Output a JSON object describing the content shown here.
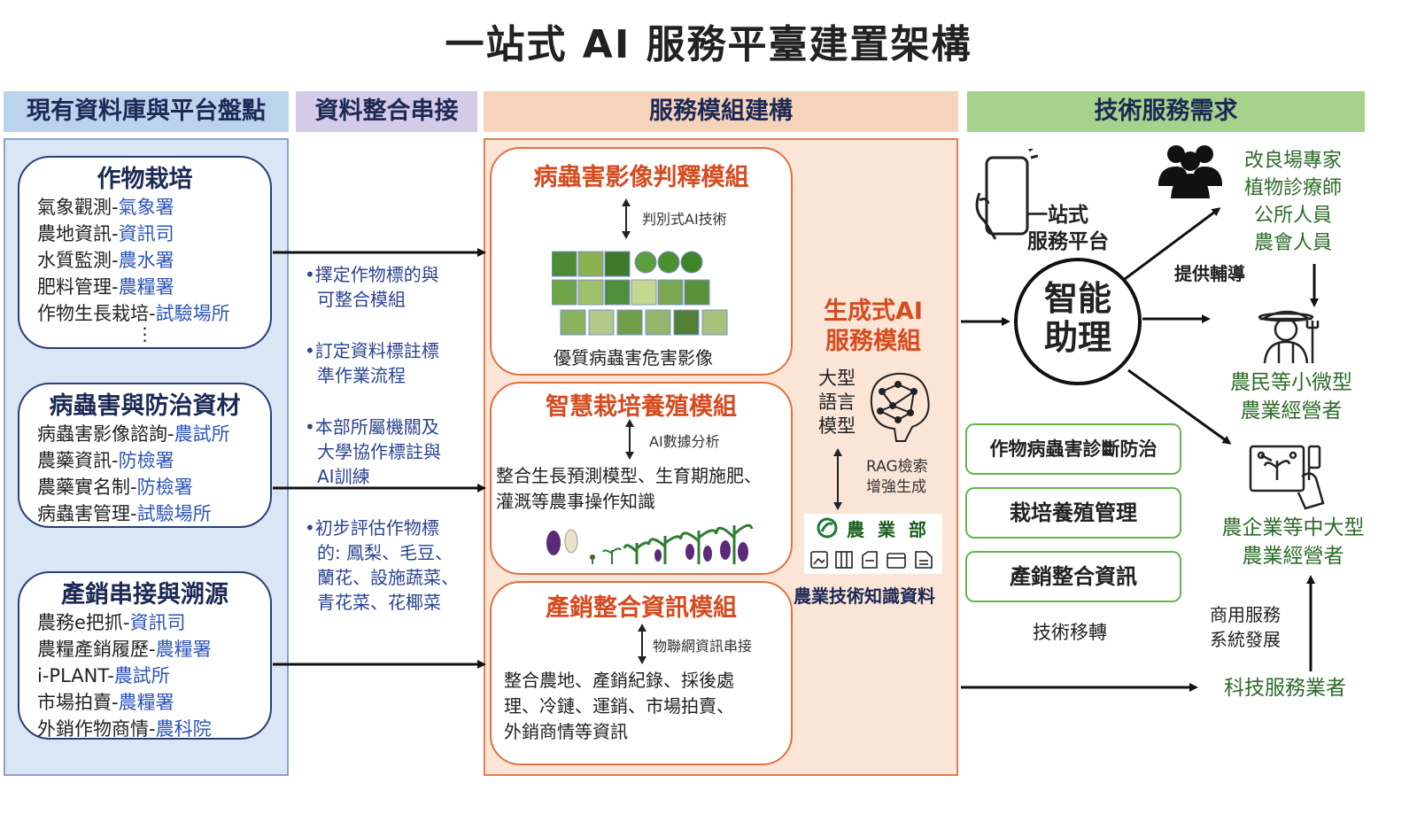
{
  "title": "一站式 AI 服務平臺建置架構",
  "headers": {
    "h1": "現有資料庫與平台盤點",
    "h2": "資料整合串接",
    "h3": "服務模組建構",
    "h4": "技術服務需求"
  },
  "colors": {
    "blue_header": "#bcd3ee",
    "purple_header": "#d3cbe8",
    "orange_header": "#f6d3bb",
    "green_header": "#a6d28b",
    "panel_blue": "#d9e6f5",
    "panel_orange": "#fbe5d7",
    "module_border": "#e46f3e",
    "module_title": "#d64b1f",
    "green_text": "#2e6b2a"
  },
  "cards": [
    {
      "title": "作物栽培",
      "rows": [
        {
          "topic": "氣象觀測-",
          "org": "氣象署"
        },
        {
          "topic": "農地資訊-",
          "org": "資訊司"
        },
        {
          "topic": "水質監測-",
          "org": "農水署"
        },
        {
          "topic": "肥料管理-",
          "org": "農糧署"
        },
        {
          "topic": "作物生長栽培-",
          "org": "試驗場所"
        }
      ],
      "more": "⋮"
    },
    {
      "title": "病蟲害與防治資材",
      "rows": [
        {
          "topic": "病蟲害影像諮詢-",
          "org": "農試所"
        },
        {
          "topic": "農藥資訊-",
          "org": "防檢署"
        },
        {
          "topic": "農藥實名制-",
          "org": "防檢署"
        },
        {
          "topic": "病蟲害管理-",
          "org": "試驗場所"
        }
      ]
    },
    {
      "title": "產銷串接與溯源",
      "rows": [
        {
          "topic": "農務e把抓-",
          "org": "資訊司"
        },
        {
          "topic": "農糧產銷履歷-",
          "org": "農糧署"
        },
        {
          "topic": "i-PLANT-",
          "org": "農試所"
        },
        {
          "topic": "市場拍賣-",
          "org": "農糧署"
        },
        {
          "topic": "外銷作物商情-",
          "org": "農科院"
        }
      ]
    }
  ],
  "integration_notes": [
    [
      "•擇定作物標的與",
      "  可整合模組"
    ],
    [
      "•訂定資料標註標",
      "  準作業流程"
    ],
    [
      "•本部所屬機關及",
      "  大學協作標註與",
      "  AI訓練"
    ],
    [
      "•初步評估作物標",
      "  的: 鳳梨、毛豆、",
      "  蘭花、設施蔬菜、",
      "  青花菜、花椰菜"
    ]
  ],
  "modules": [
    {
      "title": "病蟲害影像判釋模組",
      "tech": "判別式AI技術",
      "body": [
        "優質病蟲害危害影像"
      ]
    },
    {
      "title": "智慧栽培養殖模組",
      "tech": "AI數據分析",
      "body": [
        "整合生長預測模型、生育期施肥、",
        "灌溉等農事操作知識"
      ]
    },
    {
      "title": "產銷整合資訊模組",
      "tech": "物聯網資訊串接",
      "body": [
        "整合農地、產銷紀錄、採後處",
        "理、冷鏈、運銷、市場拍賣、",
        "外銷商情等資訊"
      ]
    }
  ],
  "genai": {
    "title": [
      "生成式AI",
      "服務模組"
    ],
    "llm": [
      "大型",
      "語言",
      "模型"
    ],
    "rag": [
      "RAG檢索",
      "增強生成"
    ],
    "moa_logo_text": "農 業 部",
    "knowledge": "農業技術知識資料"
  },
  "platform": {
    "phone_label": [
      "一站式",
      "服務平台"
    ],
    "assistant": [
      "智能",
      "助理"
    ]
  },
  "services": [
    "作物病蟲害診斷防治",
    "栽培養殖管理",
    "產銷整合資訊"
  ],
  "tech_transfer": "技術移轉",
  "experts": [
    "改良場專家",
    "植物診療師",
    "公所人員",
    "農會人員"
  ],
  "guidance": "提供輔導",
  "farmers_small": [
    "農民等小微型",
    "農業經營者"
  ],
  "farmers_large": [
    "農企業等中大型",
    "農業經營者"
  ],
  "commercial": [
    "商用服務",
    "系統發展"
  ],
  "tech_provider": "科技服務業者"
}
